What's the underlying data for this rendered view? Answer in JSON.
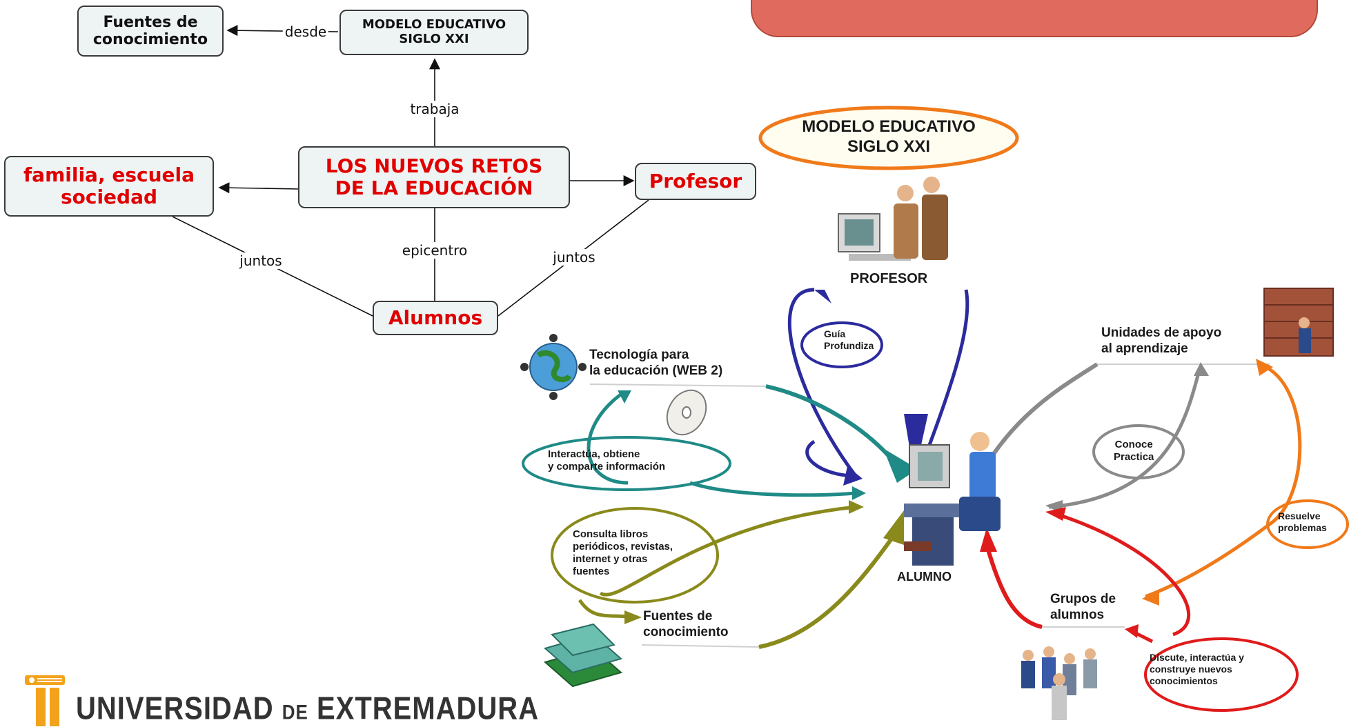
{
  "left_map": {
    "nodes": {
      "fuentes": "Fuentes de\nconocimiento",
      "modelo": "MODELO EDUCATIVO\nSIGLO XXI",
      "retos": "LOS NUEVOS RETOS\nDE LA EDUCACIÓN",
      "familia": "familia, escuela\nsociedad",
      "profesor": "Profesor",
      "alumnos": "Alumnos"
    },
    "links": {
      "desde": "desde",
      "trabaja": "trabaja",
      "epicentro": "epicentro",
      "juntos_left": "juntos",
      "juntos_right": "juntos"
    }
  },
  "right_map": {
    "title": "MODELO EDUCATIVO\nSIGLO XXI",
    "profesor": "PROFESOR",
    "guia": "Guía\nProfundiza",
    "tecnologia": "Tecnología para\nla educación (WEB 2)",
    "interactua": "Interactúa, obtiene\ny comparte información",
    "consulta": "Consulta libros\nperiódicos, revistas,\ninternet y otras\nfuentes",
    "fuentes": "Fuentes de\nconocimiento",
    "alumno": "ALUMNO",
    "unidades": "Unidades de apoyo\nal aprendizaje",
    "conoce": "Conoce\nPractica",
    "resuelve": "Resuelve\nproblemas",
    "grupos": "Grupos de\nalumnos",
    "discute": "Discute, interactúa y\nconstruye nuevos\nconocimientos"
  },
  "logo": {
    "name_part1": "UNIVERSIDAD",
    "name_de": "DE",
    "name_part2": "EXTREMADURA"
  },
  "colors": {
    "banner": "#e06a5d",
    "node_fill": "#eef4f4",
    "red_text": "#e00000",
    "blue": "#2b2b9e",
    "teal": "#1f8a86",
    "olive": "#8a8a1c",
    "gray": "#8a8a8a",
    "orange": "#f07a1a",
    "red": "#e01b1b",
    "logo_orange": "#f3a21b"
  }
}
